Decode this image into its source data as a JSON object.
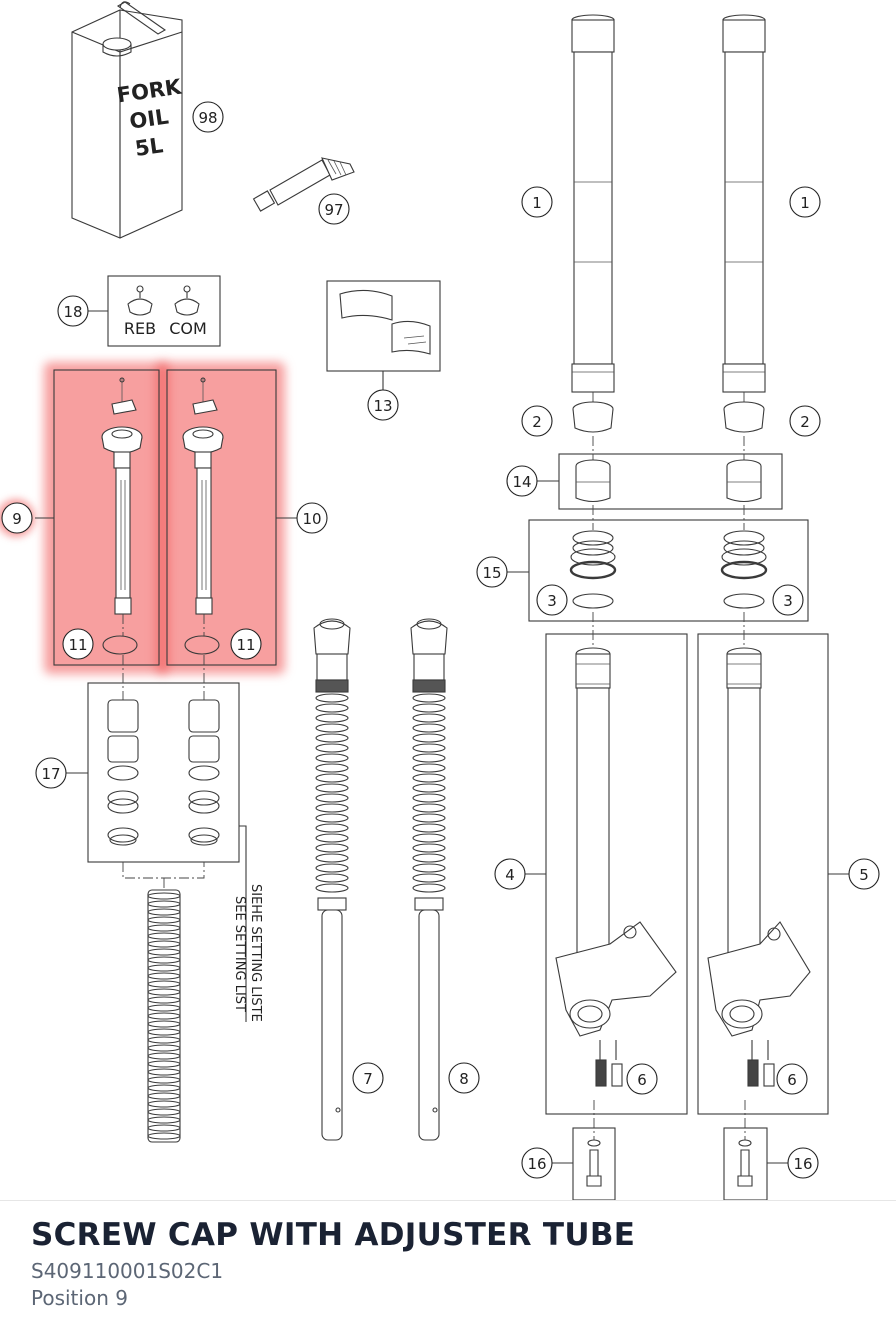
{
  "diagram": {
    "oil_can": {
      "line1": "FORK",
      "line2": "OIL",
      "line3": "5L"
    },
    "adjuster_labels": {
      "rebound": "REB",
      "compression": "COM"
    },
    "setting_note": {
      "german": "SIEHE SETTING LISTE",
      "english": "SEE SETTING LIST"
    },
    "callouts": {
      "c98": "98",
      "c97": "97",
      "c18": "18",
      "c13": "13",
      "c1a": "1",
      "c1b": "1",
      "c2a": "2",
      "c2b": "2",
      "c14": "14",
      "c15": "15",
      "c3a": "3",
      "c3b": "3",
      "c9": "9",
      "c10": "10",
      "c11a": "11",
      "c11b": "11",
      "c17": "17",
      "c4": "4",
      "c5": "5",
      "c6a": "6",
      "c6b": "6",
      "c7": "7",
      "c8": "8",
      "c16a": "16",
      "c16b": "16"
    },
    "highlight_color": "#f05050"
  },
  "part": {
    "title": "SCREW CAP WITH ADJUSTER TUBE",
    "code": "S409110001S02C1",
    "position": "Position 9"
  }
}
